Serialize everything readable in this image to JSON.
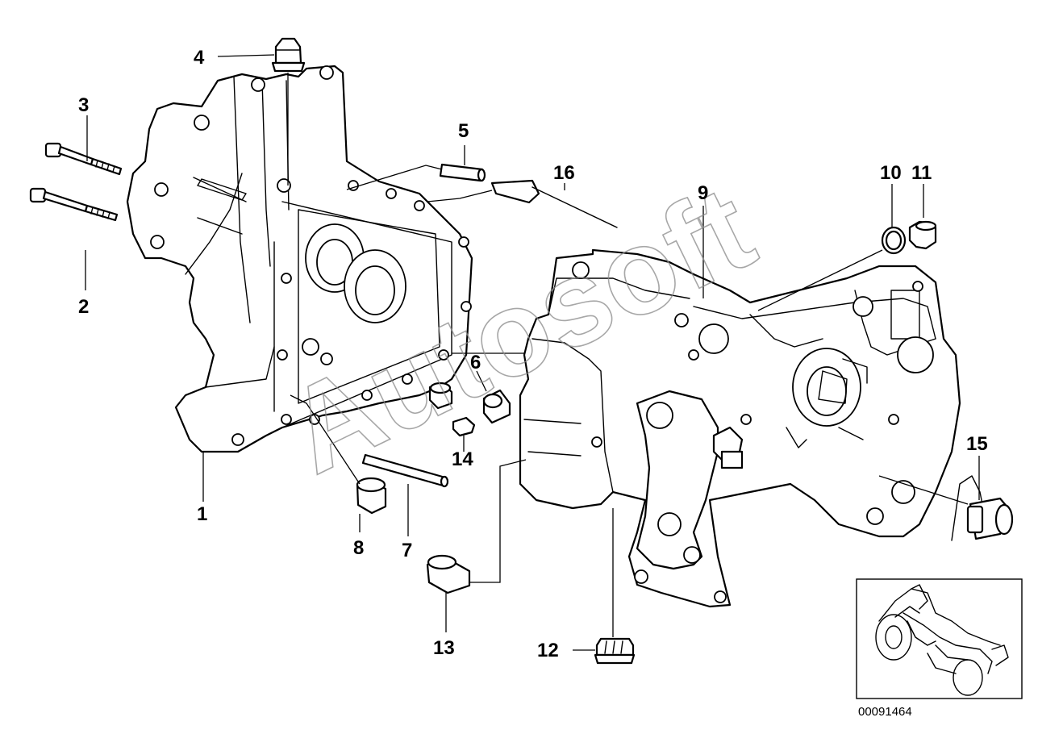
{
  "diagram": {
    "labels": {
      "l1": "1",
      "l2": "2",
      "l3": "3",
      "l4": "4",
      "l5": "5",
      "l6": "6",
      "l7": "7",
      "l8": "8",
      "l9": "9",
      "l10": "10",
      "l11": "11",
      "l12": "12",
      "l13": "13",
      "l14": "14",
      "l15": "15",
      "l16": "16"
    },
    "watermark": "Autosoft",
    "image_code": "00091464"
  }
}
